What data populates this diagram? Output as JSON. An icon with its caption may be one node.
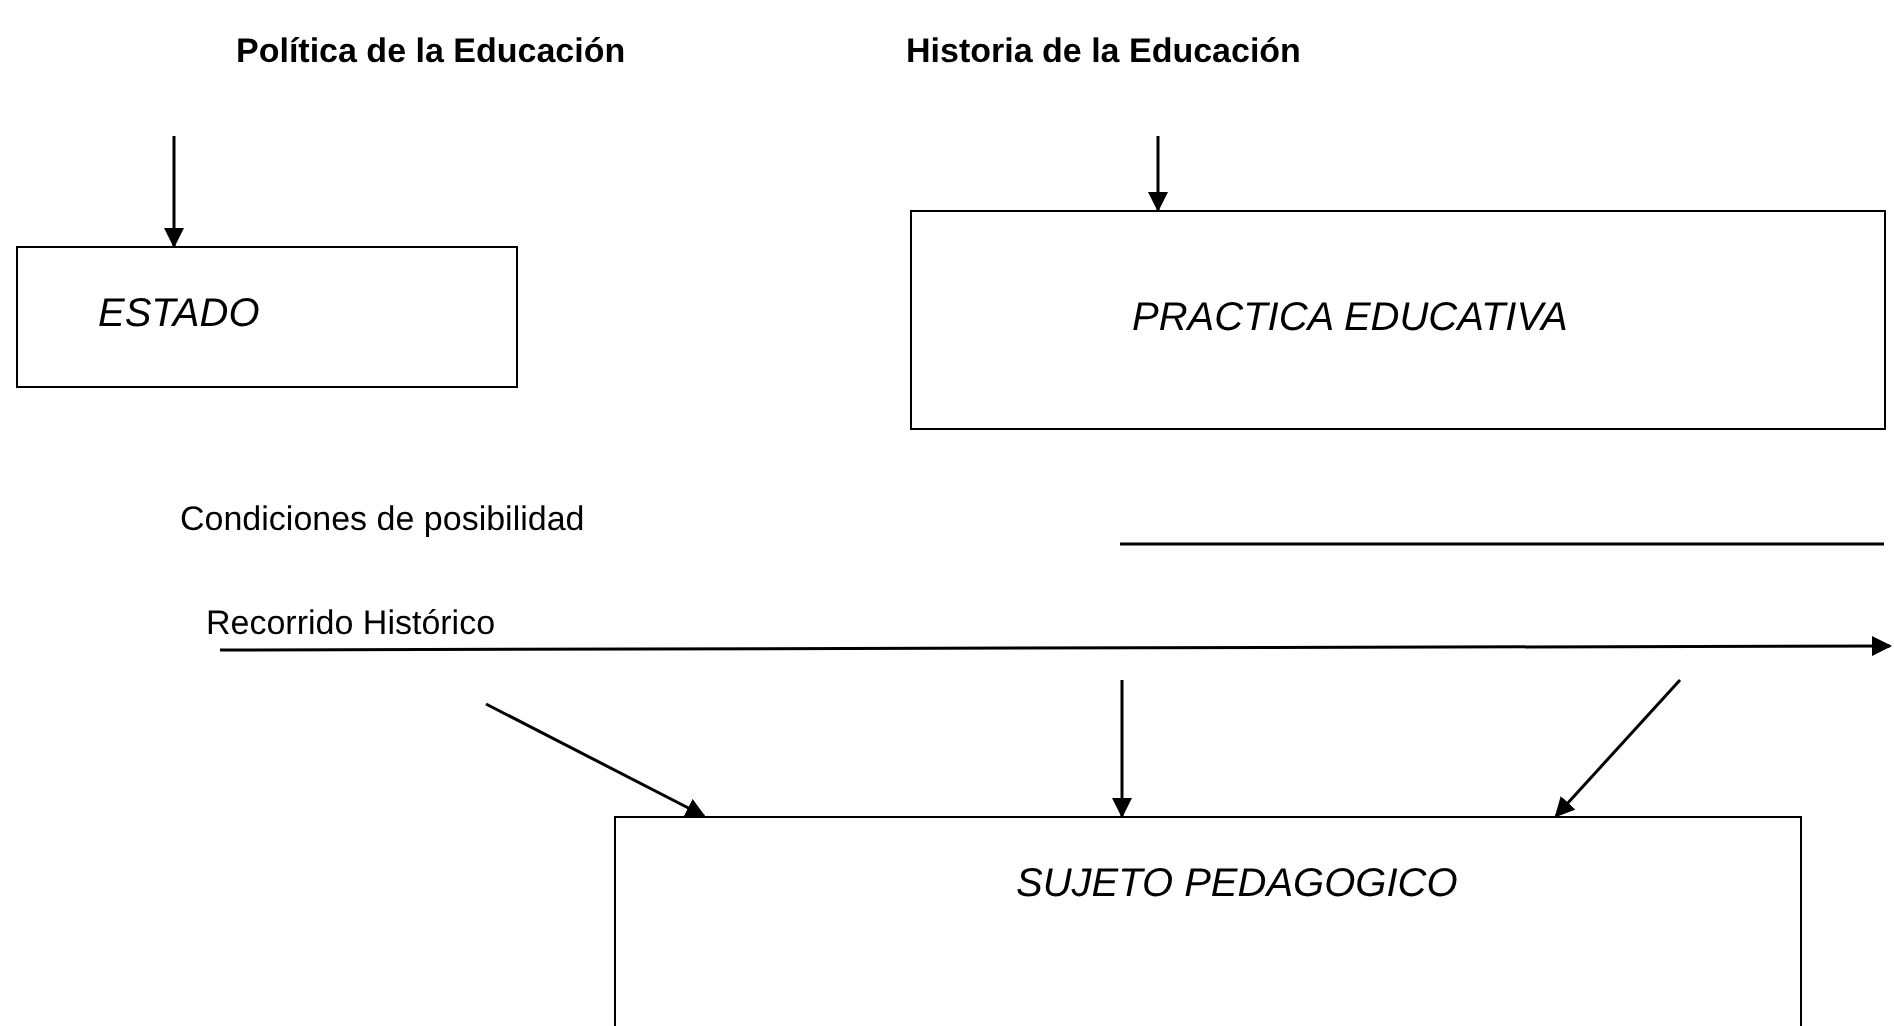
{
  "diagram": {
    "nodes": [
      {
        "text": [
          "Política de la Educación"
        ]
      },
      {
        "text": [
          "Historia de la Educación"
        ]
      },
      {
        "text": [
          "ESTADO"
        ]
      },
      {
        "text": [
          "PRACTICA EDUCATIVA"
        ]
      },
      {
        "text": [
          "SUJETO PEDAGOGICO"
        ]
      }
    ],
    "edges": [
      {
        "from": 0,
        "to": 2,
        "arrow": "to"
      },
      {
        "from": 1,
        "to": 3,
        "arrow": "to"
      },
      {
        "from": null,
        "to": 4,
        "arrow": "to"
      },
      {
        "from": null,
        "to": 4,
        "arrow": "to"
      },
      {
        "from": null,
        "to": 4,
        "arrow": "to"
      }
    ],
    "labels": [
      "Condiciones de posibilidad",
      "Recorrido Histórico"
    ]
  }
}
